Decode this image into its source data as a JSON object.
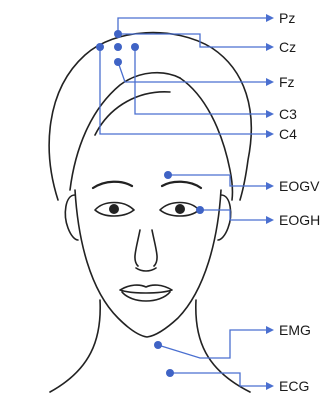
{
  "diagram": {
    "electrodes": [
      {
        "id": "pz",
        "label": "Pz"
      },
      {
        "id": "cz",
        "label": "Cz"
      },
      {
        "id": "fz",
        "label": "Fz"
      },
      {
        "id": "c3",
        "label": "C3"
      },
      {
        "id": "c4",
        "label": "C4"
      },
      {
        "id": "eogv",
        "label": "EOGV"
      },
      {
        "id": "eogh",
        "label": "EOGH"
      },
      {
        "id": "emg",
        "label": "EMG"
      },
      {
        "id": "ecg",
        "label": "ECG"
      }
    ],
    "colors": {
      "electrode": "#3f63c5",
      "leader_line": "#4a6fd0",
      "outline": "#222222"
    }
  }
}
